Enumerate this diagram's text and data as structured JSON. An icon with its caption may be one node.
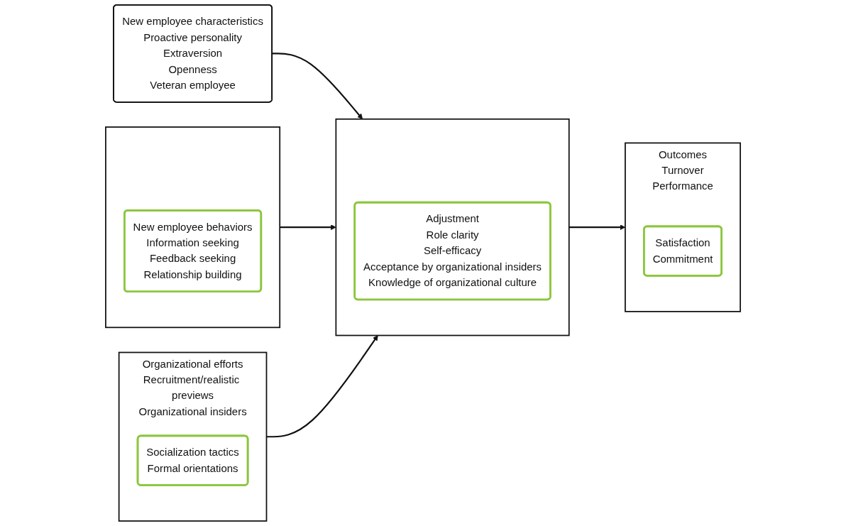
{
  "diagram": {
    "nodes": [
      {
        "text": [
          "New employee characteristics",
          "Proactive personality",
          "Extraversion",
          "Openness",
          "Veteran employee"
        ]
      },
      {
        "text": [],
        "shape": "box"
      },
      {
        "text": [
          "New employee behaviors",
          "Information seeking",
          "Feedback seeking",
          "Relationship building"
        ],
        "in": 1
      },
      {
        "text": [
          "Organizational efforts",
          "Recruitment/realistic previews",
          "Organizational insiders"
        ]
      },
      {
        "text": [
          "Socialization tactics",
          "Formal orientations"
        ],
        "in": 3
      },
      {
        "text": [],
        "shape": "box"
      },
      {
        "text": [
          "Adjustment",
          "Role clarity",
          "Self-efficacy",
          "Acceptance by organizational insiders",
          "Knowledge of organizational culture"
        ],
        "in": 5
      },
      {
        "text": [
          "Outcomes",
          "Turnover",
          "Performance"
        ]
      },
      {
        "text": [
          "Satisfaction",
          "Commitment"
        ],
        "in": 7
      }
    ],
    "edges": [
      {
        "from": 0,
        "to": 5,
        "arrow": "to"
      },
      {
        "from": 1,
        "to": 5,
        "arrow": "to"
      },
      {
        "from": 3,
        "to": 5,
        "arrow": "to"
      },
      {
        "from": 5,
        "to": 7,
        "arrow": "to"
      }
    ]
  }
}
